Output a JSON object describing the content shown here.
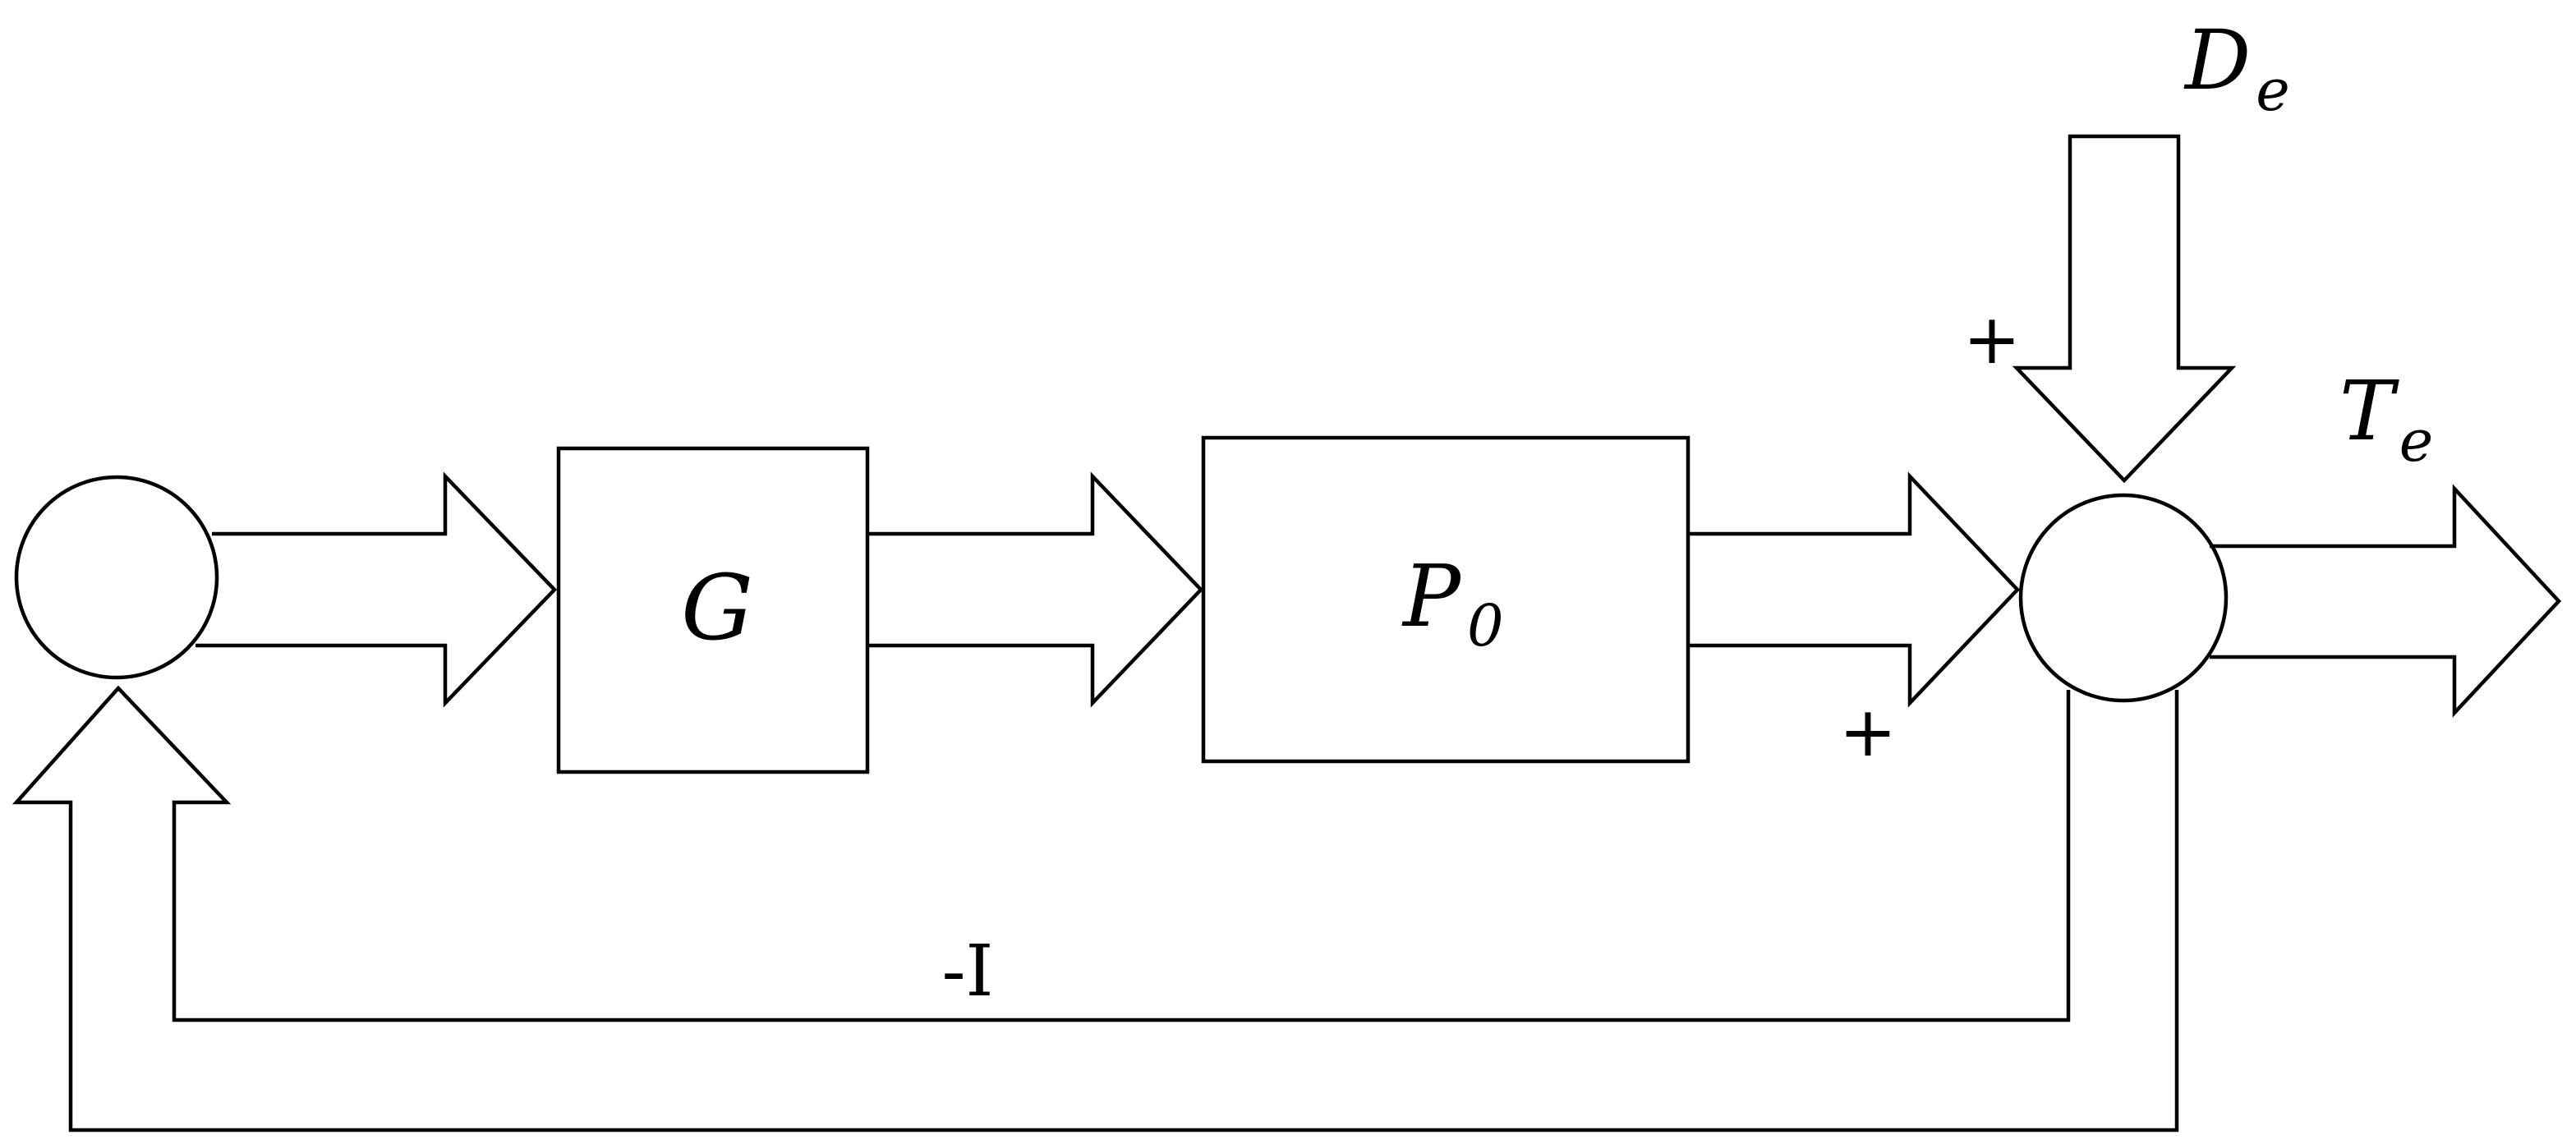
{
  "diagram": {
    "blocks": {
      "controller": {
        "symbol": "G"
      },
      "plant": {
        "symbol": "P",
        "subscript": "0"
      }
    },
    "signals": {
      "disturbance": {
        "symbol": "D",
        "subscript": "e"
      },
      "output": {
        "symbol": "T",
        "subscript": "e"
      }
    },
    "feedback_label": "-I",
    "signs": {
      "disturbance_sign": "+",
      "plant_sign": "+"
    }
  }
}
